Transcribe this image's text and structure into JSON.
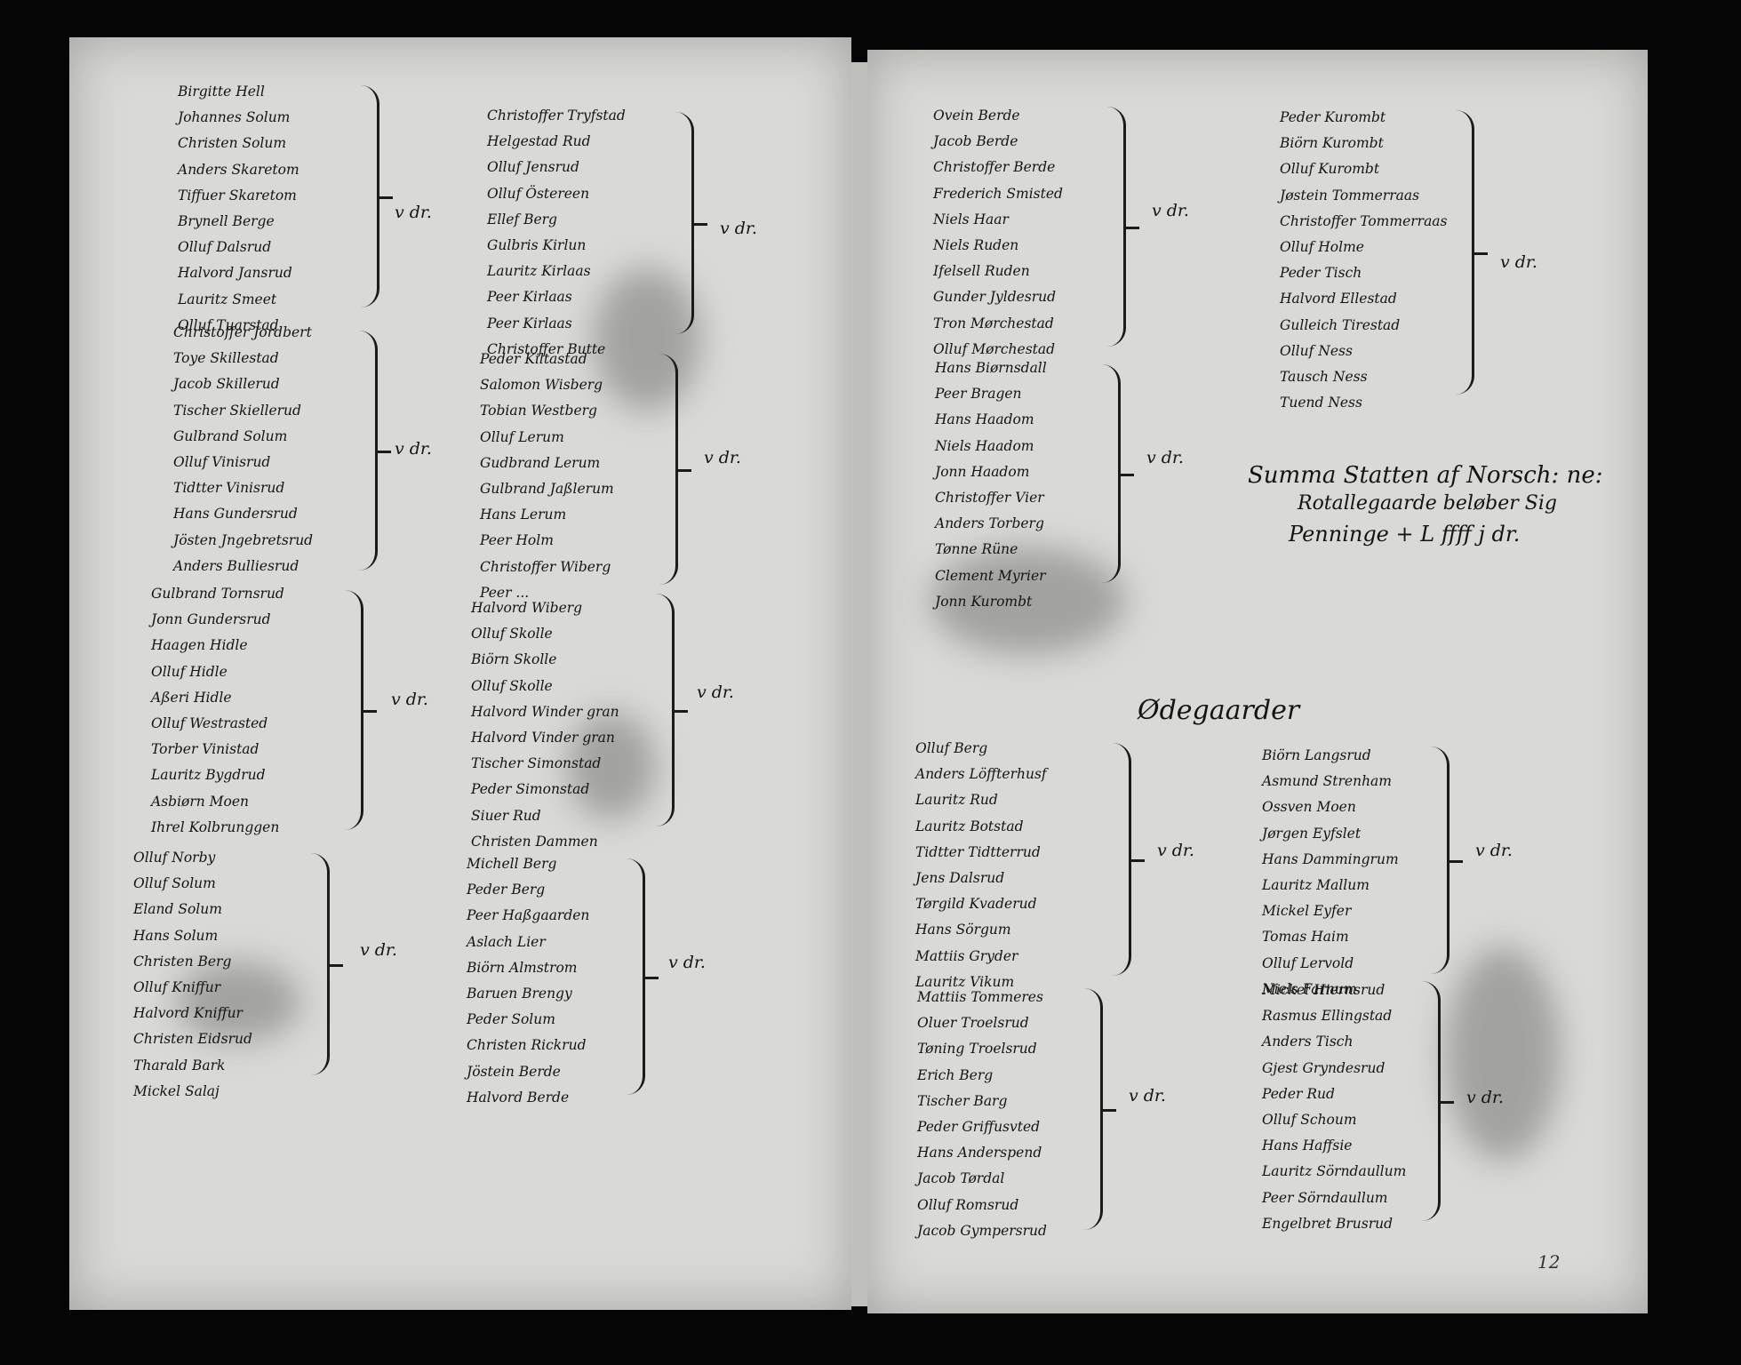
{
  "left_page": {
    "columns": [
      {
        "groups": [
          {
            "entries": [
              "Birgitte Hell",
              "Johannes Solum",
              "Christen Solum",
              "Anders Skaretom",
              "Tiffuer Skaretom",
              "Brynell Berge",
              "Olluf Dalsrud",
              "Halvord Jansrud",
              "Lauritz Smeet",
              "Olluf Tuarstad"
            ],
            "mark": "v dr."
          },
          {
            "entries": [
              "Christoffer Jordbert",
              "Toye Skillestad",
              "Jacob Skillerud",
              "Tischer Skiellerud",
              "Gulbrand Solum",
              "Olluf Vinisrud",
              "Tidtter Vinisrud",
              "Hans Gundersrud",
              "Jösten Jngebretsrud",
              "Anders Bulliesrud"
            ],
            "mark": "v dr."
          },
          {
            "entries": [
              "Gulbrand Tornsrud",
              "Jonn Gundersrud",
              "Haagen Hidle",
              "Olluf Hidle",
              "Aßeri Hidle",
              "Olluf Westrasted",
              "Torber Vinistad",
              "Lauritz Bygdrud",
              "Asbiørn Moen",
              "Ihrel Kolbrunggen"
            ],
            "mark": "v dr."
          },
          {
            "entries": [
              "Olluf Norby",
              "Olluf Solum",
              "Eland Solum",
              "Hans Solum",
              "Christen Berg",
              "Olluf Kniffur",
              "Halvord Kniffur",
              "Christen Eidsrud",
              "Tharald Bark",
              "Mickel Salaj"
            ],
            "mark": "v dr."
          }
        ]
      },
      {
        "groups": [
          {
            "entries": [
              "Christoffer Tryfstad",
              "Helgestad Rud",
              "Olluf Jensrud",
              "Olluf Östereen",
              "Ellef Berg",
              "Gulbris Kirlun",
              "Lauritz Kirlaas",
              "Peer Kirlaas",
              "Peer Kirlaas",
              "Christoffer Butte"
            ],
            "mark": "v dr."
          },
          {
            "entries": [
              "Peder Kiltastad",
              "Salomon Wisberg",
              "Tobian Westberg",
              "Olluf Lerum",
              "Gudbrand Lerum",
              "Gulbrand Jaßlerum",
              "Hans Lerum",
              "Peer Holm",
              "Christoffer Wiberg",
              "Peer ..."
            ],
            "mark": "v dr."
          },
          {
            "entries": [
              "Halvord Wiberg",
              "Olluf Skolle",
              "Biörn Skolle",
              "Olluf Skolle",
              "Halvord Winder gran",
              "Halvord Vinder gran",
              "Tischer Simonstad",
              "Peder Simonstad",
              "Siuer Rud",
              "Christen Dammen"
            ],
            "mark": "v dr."
          },
          {
            "entries": [
              "Michell Berg",
              "Peder Berg",
              "Peer Haßgaarden",
              "Aslach Lier",
              "Biörn Almstrom",
              "Baruen Brengy",
              "Peder Solum",
              "Christen Rickrud",
              "Jöstein Berde",
              "Halvord Berde"
            ],
            "mark": "v dr."
          }
        ]
      }
    ]
  },
  "right_page": {
    "columns": [
      {
        "groups": [
          {
            "entries": [
              "Ovein Berde",
              "Jacob Berde",
              "Christoffer Berde",
              "Frederich Smisted",
              "Niels Haar",
              "Niels Ruden",
              "Ifelsell Ruden",
              "Gunder Jyldesrud",
              "Tron Mørchestad",
              "Olluf Mørchestad"
            ],
            "mark": "v dr."
          },
          {
            "entries": [
              "Hans Biørnsdall",
              "Peer Bragen",
              "Hans Haadom",
              "Niels Haadom",
              "Jonn Haadom",
              "Christoffer Vier",
              "Anders Torberg",
              "Tønne Rüne",
              "Clement Myrier",
              "Jonn Kurombt"
            ],
            "mark": "v dr."
          }
        ]
      },
      {
        "groups": [
          {
            "entries": [
              "Peder Kurombt",
              "Biörn Kurombt",
              "Olluf Kurombt",
              "Jøstein Tommerraas",
              "Christoffer Tommerraas",
              "Olluf Holme",
              "Peder Tisch",
              "Halvord Ellestad",
              "Gulleich Tirestad",
              "Olluf Ness",
              "Tausch Ness",
              "Tuend Ness"
            ],
            "mark": "v dr."
          }
        ]
      }
    ],
    "summa": {
      "line1": "Summa Statten af Norsch: ne:",
      "line2": "Rotallegaarde beløber Sig",
      "line3": "Penninge + L ffff j dr."
    },
    "section_title": "Ødegaarder",
    "lower_columns": [
      {
        "groups": [
          {
            "entries": [
              "Olluf Berg",
              "Anders Löffterhusf",
              "Lauritz Rud",
              "Lauritz Botstad",
              "Tidtter Tidtterrud",
              "Jens Dalsrud",
              "Tørgild Kvaderud",
              "Hans Sörgum",
              "Mattiis Gryder",
              "Lauritz Vikum"
            ],
            "mark": "v dr."
          },
          {
            "entries": [
              "Mattiis Tommeres",
              "Oluer Troelsrud",
              "Tøning Troelsrud",
              "Erich Berg",
              "Tischer Barg",
              "Peder Griffusvted",
              "Hans Anderspend",
              "Jacob Tørdal",
              "Olluf Romsrud",
              "Jacob Gympersrud"
            ],
            "mark": "v dr."
          }
        ]
      },
      {
        "groups": [
          {
            "entries": [
              "Biörn Langsrud",
              "Asmund Strenham",
              "Ossven Moen",
              "Jørgen Eyfslet",
              "Hans Dammingrum",
              "Lauritz Mallum",
              "Mickel Eyfer",
              "Tomas Haim",
              "Olluf Lervold",
              "Niels Farnum"
            ],
            "mark": "v dr."
          },
          {
            "entries": [
              "Mickel Hiernsrud",
              "Rasmus Ellingstad",
              "Anders Tisch",
              "Gjest Gryndesrud",
              "Peder Rud",
              "Olluf Schoum",
              "Hans Haffsie",
              "Lauritz Sörndaullum",
              "Peer Sörndaullum",
              "Engelbret Brusrud"
            ],
            "mark": "v dr."
          }
        ]
      }
    ],
    "page_number": "12"
  }
}
